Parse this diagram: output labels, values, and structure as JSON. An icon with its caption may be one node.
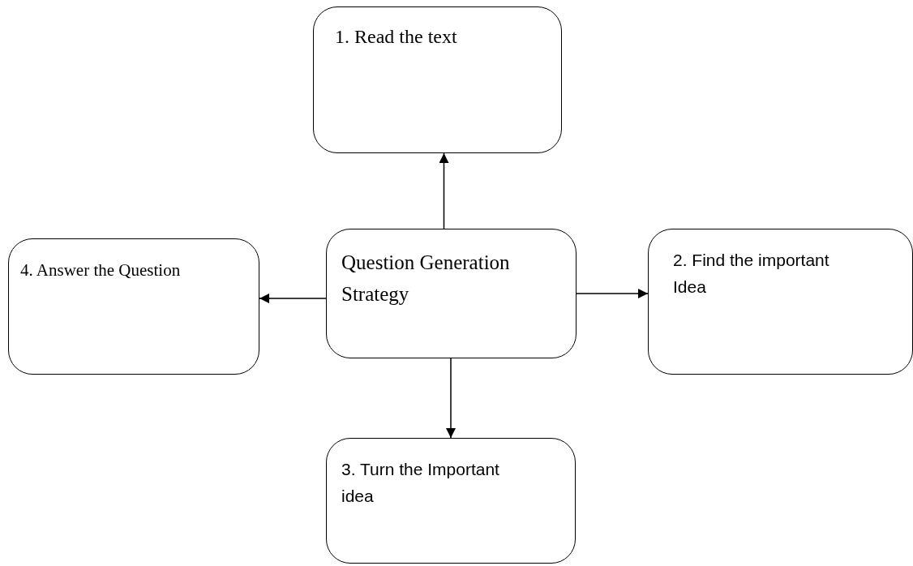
{
  "diagram": {
    "nodes": [
      {
        "text": [
          "1. Read the text"
        ]
      },
      {
        "text": [
          "4. Answer the Question"
        ]
      },
      {
        "text": [
          "Question Generation Strategy"
        ]
      },
      {
        "text": [
          "2. Find the important Idea"
        ]
      },
      {
        "text": [
          "3. Turn the Important idea"
        ]
      }
    ],
    "edges": [
      {
        "from": 2,
        "to": 0,
        "arrow": "to"
      },
      {
        "from": 2,
        "to": 1,
        "arrow": "to"
      },
      {
        "from": 2,
        "to": 3,
        "arrow": "to"
      },
      {
        "from": 2,
        "to": 4,
        "arrow": "to"
      }
    ]
  }
}
